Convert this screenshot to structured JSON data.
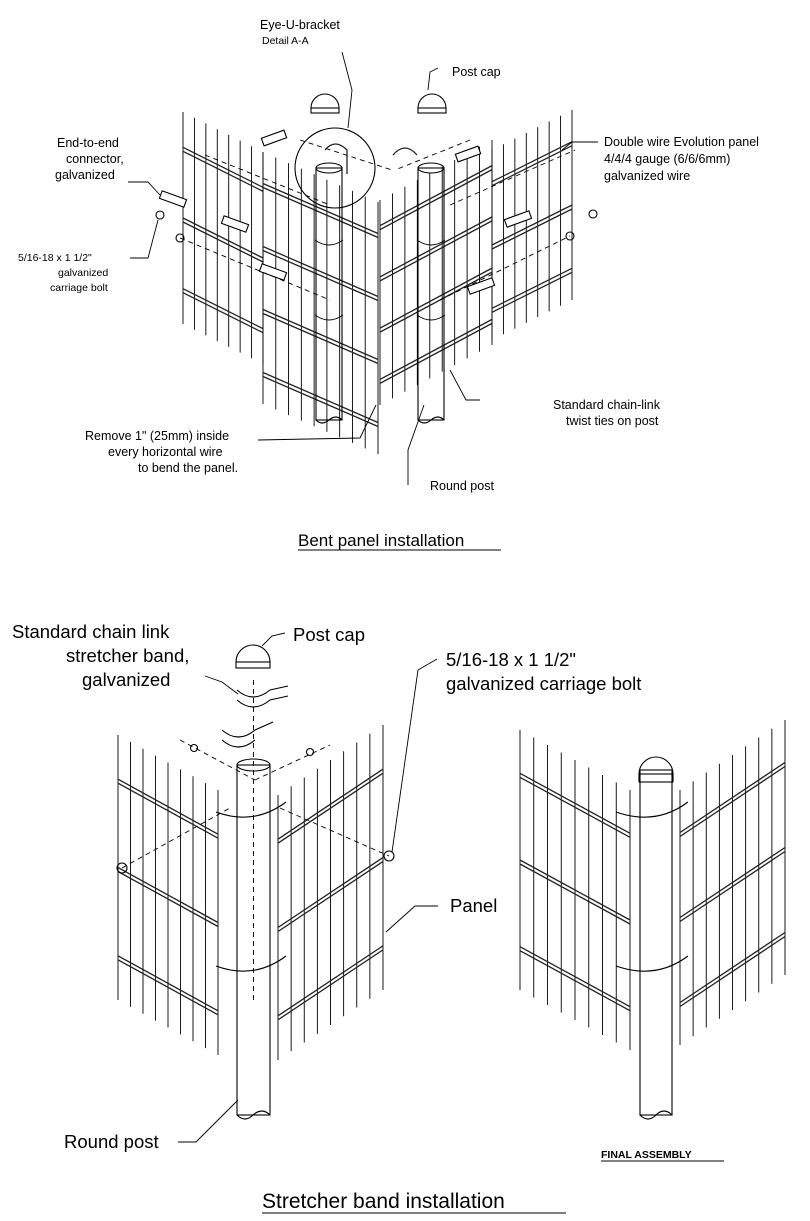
{
  "diagram": {
    "top": {
      "labels": {
        "eye_u_bracket": "Eye-U-bracket",
        "detail": "Detail A-A",
        "post_cap": "Post cap",
        "end_to_end_1": "End-to-end",
        "end_to_end_2": "connector,",
        "end_to_end_3": "galvanized",
        "bolt_1": "5/16-18 x 1 1/2\"",
        "bolt_2": "galvanized",
        "bolt_3": "carriage bolt",
        "panel_1": "Double wire Evolution panel",
        "panel_2": "4/4/4 gauge (6/6/6mm)",
        "panel_3": "galvanized wire",
        "twist_1": "Standard chain-link",
        "twist_2": "twist ties on  post",
        "remove_1": "Remove 1\" (25mm) inside",
        "remove_2": "every horizontal wire",
        "remove_3": "to bend the panel.",
        "round_post": "Round post"
      },
      "caption": "Bent panel installation"
    },
    "bottom": {
      "labels": {
        "stretcher_1": "Standard chain link",
        "stretcher_2": "stretcher band,",
        "stretcher_3": "galvanized",
        "post_cap": "Post cap",
        "bolt_1": "5/16-18 x 1 1/2\"",
        "bolt_2": "galvanized carriage bolt",
        "panel": "Panel",
        "round_post": "Round post",
        "final_assembly": "FINAL ASSEMBLY"
      },
      "caption": "Stretcher band installation"
    }
  }
}
